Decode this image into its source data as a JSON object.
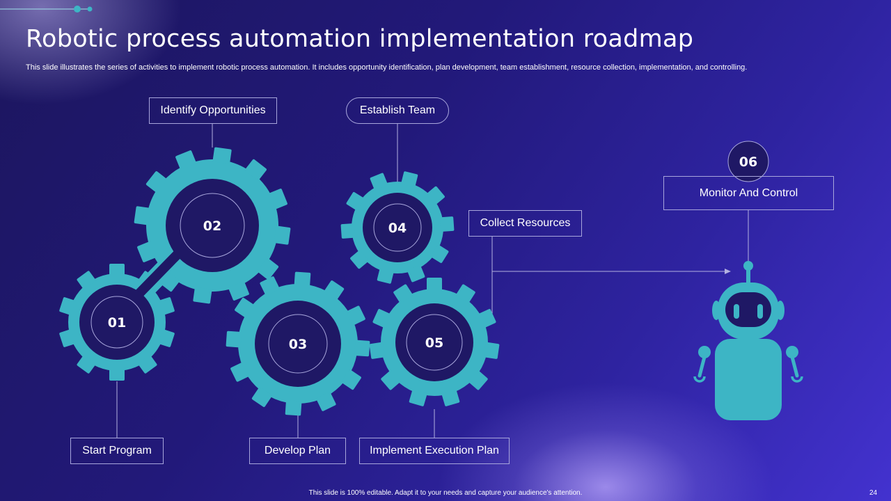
{
  "slide": {
    "title": "Robotic process automation implementation roadmap",
    "subtitle": "This slide illustrates the series of activities to implement robotic process automation. It includes opportunity identification, plan development, team establishment, resource collection, implementation, and controlling.",
    "footer": "This slide is 100% editable. Adapt it to your needs and capture your audience's attention.",
    "page_number": "24"
  },
  "steps": [
    {
      "number": "01",
      "label": "Start Program"
    },
    {
      "number": "02",
      "label": "Identify Opportunities"
    },
    {
      "number": "03",
      "label": "Develop Plan"
    },
    {
      "number": "04",
      "label": "Establish Team"
    },
    {
      "number": "05",
      "label": "Implement Execution Plan"
    },
    {
      "number": "06",
      "label": "Monitor And Control"
    }
  ],
  "extra_labels": {
    "collect_resources": "Collect Resources"
  },
  "icons": {
    "robot": "robot-icon",
    "gear": "gear-icon"
  },
  "colors": {
    "gear": "#3db5c5",
    "gear_hub": "#1f1865",
    "background_dark": "#1c165e",
    "background_light": "#4332cf",
    "label_border": "#a8a6dc",
    "connector": "#b3b1e0"
  }
}
